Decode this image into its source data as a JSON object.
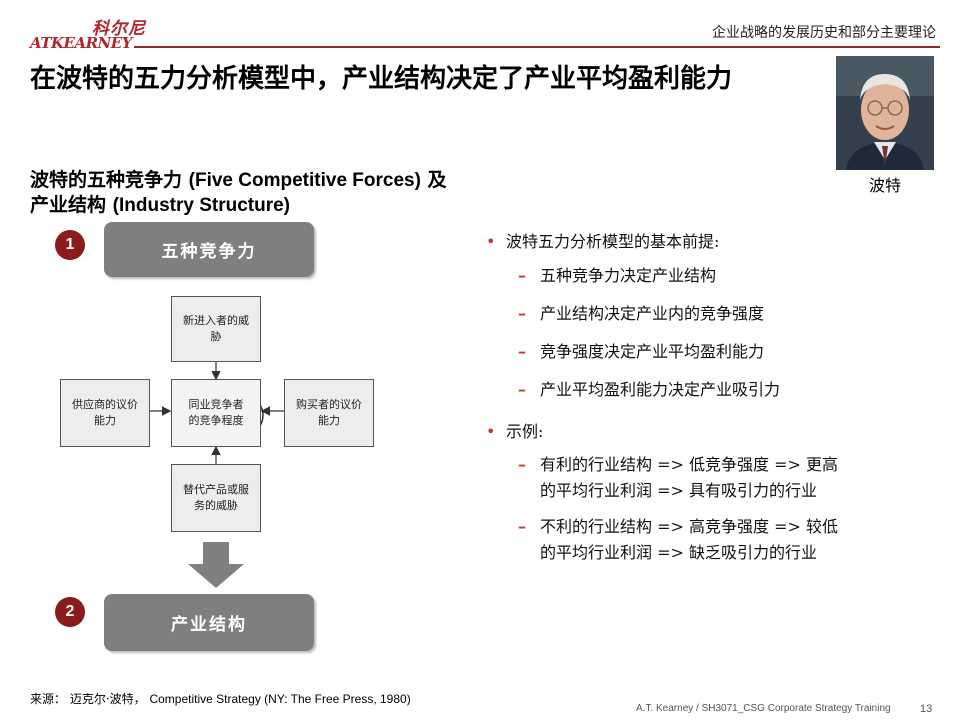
{
  "header": {
    "logo_cn": "科尔尼",
    "logo_en": "ATKEARNEY",
    "subtitle": "企业战略的发展历史和部分主要理论"
  },
  "title": "在波特的五力分析模型中，产业结构决定了产业平均盈利能力",
  "portrait": {
    "caption": "波特"
  },
  "section": {
    "heading_cn1": "波特的五种竞争力",
    "heading_en1": "(Five Competitive Forces)",
    "heading_cn2": "及",
    "heading_cn3": "产业结构",
    "heading_en2": "(Industry Structure)"
  },
  "diagram": {
    "badge1": "1",
    "box1": "五种竞争力",
    "badge2": "2",
    "box2": "产业结构",
    "forces": {
      "top": "新进入者的威胁",
      "left": "供应商的议价能力",
      "center": "同业竞争者的竞争程度",
      "right": "购买者的议价能力",
      "bottom": "替代产品或服务的威胁"
    }
  },
  "bullets": {
    "b1": "波特五力分析模型的基本前提:",
    "b1_items": [
      "五种竞争力决定产业结构",
      "产业结构决定产业内的竞争强度",
      "竞争强度决定产业平均盈利能力",
      "产业平均盈利能力决定产业吸引力"
    ],
    "b2": "示例:",
    "b2_items": [
      {
        "line1": "有利的行业结构 => 低竞争强度 => 更高",
        "line2": "的平均行业利润 => 具有吸引力的行业"
      },
      {
        "line1": "不利的行业结构 => 高竞争强度 => 较低",
        "line2": "的平均行业利润 => 缺乏吸引力的行业"
      }
    ]
  },
  "footer": {
    "source_cn": "来源： 迈克尔·波特，",
    "source_en": "Competitive Strategy (NY: The Free Press, 1980)",
    "right": "A.T. Kearney / SH3071_CSG Corporate Strategy Training",
    "page": "13"
  },
  "colors": {
    "accent": "#b3252b",
    "box_grey": "#7f7f7f",
    "badge": "#8a1c1c"
  }
}
